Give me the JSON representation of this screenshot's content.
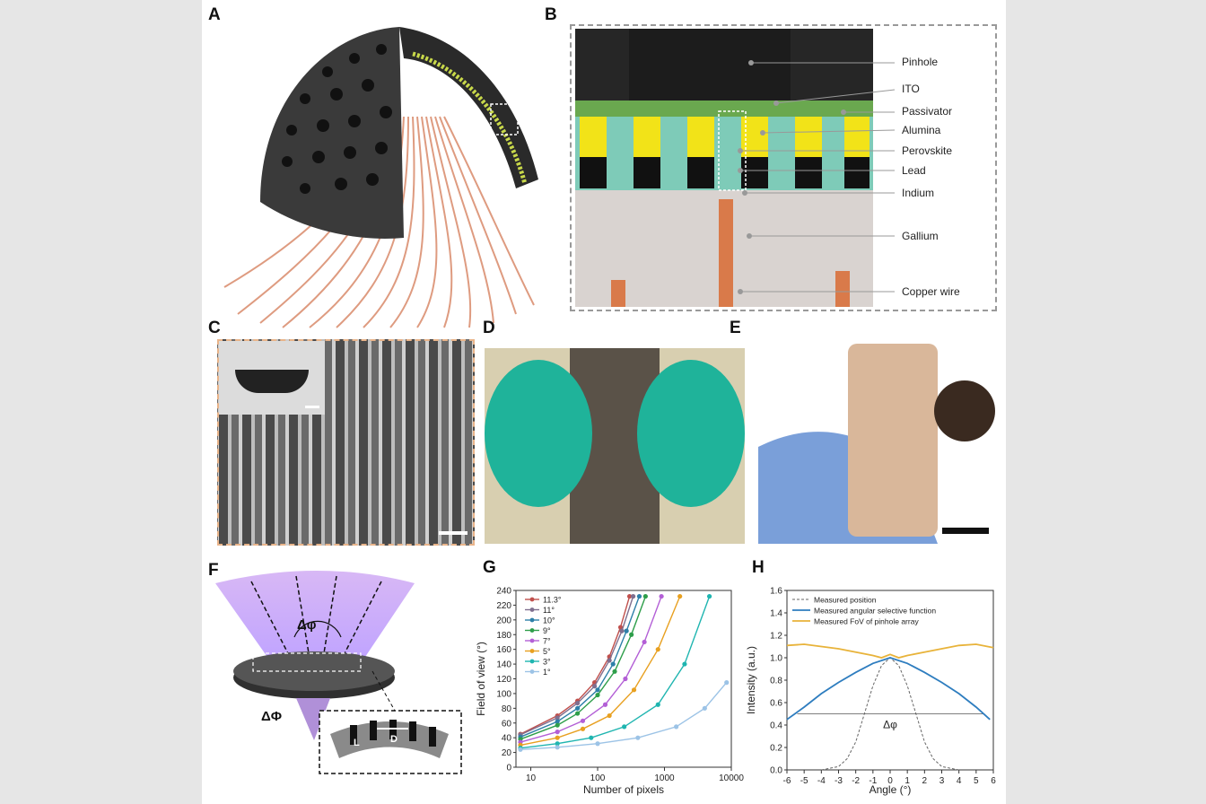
{
  "panels": {
    "A": "A",
    "B": "B",
    "C": "C",
    "D": "D",
    "E": "E",
    "F": "F",
    "G": "G",
    "H": "H"
  },
  "panelB": {
    "labels": [
      "Pinhole",
      "ITO",
      "Passivator",
      "Alumina",
      "Perovskite",
      "Lead",
      "Indium",
      "Gallium",
      "Copper wire"
    ]
  },
  "panelF": {
    "delta_small": "Δφ",
    "delta_big": "ΔΦ",
    "inset_L": "L",
    "inset_D": "D"
  },
  "chart_data": [
    {
      "type": "line",
      "panel": "G",
      "xlabel": "Number of pixels",
      "ylabel": "Field of view (°)",
      "xscale": "log",
      "xlim": [
        6,
        10000
      ],
      "ylim": [
        0,
        240
      ],
      "xticks": [
        "10",
        "100",
        "1000",
        "10000"
      ],
      "yticks": [
        "0",
        "20",
        "40",
        "60",
        "80",
        "100",
        "120",
        "140",
        "160",
        "180",
        "200",
        "220",
        "240"
      ],
      "legend_position": "top-left",
      "colors": [
        "#c0504d",
        "#7f6f8f",
        "#2d7fa8",
        "#2e9e4a",
        "#b35fd6",
        "#e8a020",
        "#1fb5b0",
        "#9cc3e6"
      ],
      "series": [
        {
          "name": "11.3°",
          "x": [
            7,
            25,
            50,
            90,
            150,
            220,
            300
          ],
          "y": [
            45,
            70,
            90,
            115,
            150,
            190,
            232
          ]
        },
        {
          "name": "11°",
          "x": [
            7,
            25,
            50,
            90,
            150,
            230,
            340
          ],
          "y": [
            44,
            67,
            87,
            110,
            145,
            185,
            232
          ]
        },
        {
          "name": "10°",
          "x": [
            7,
            25,
            50,
            100,
            170,
            270,
            420
          ],
          "y": [
            41,
            62,
            80,
            105,
            140,
            185,
            232
          ]
        },
        {
          "name": "9°",
          "x": [
            7,
            25,
            50,
            100,
            180,
            320,
            520
          ],
          "y": [
            38,
            57,
            73,
            98,
            130,
            180,
            232
          ]
        },
        {
          "name": "7°",
          "x": [
            7,
            25,
            60,
            130,
            260,
            500,
            900
          ],
          "y": [
            34,
            48,
            63,
            85,
            120,
            170,
            232
          ]
        },
        {
          "name": "5°",
          "x": [
            7,
            25,
            60,
            150,
            350,
            800,
            1700
          ],
          "y": [
            30,
            40,
            52,
            70,
            105,
            160,
            232
          ]
        },
        {
          "name": "3°",
          "x": [
            7,
            25,
            80,
            250,
            800,
            2000,
            4700
          ],
          "y": [
            26,
            32,
            40,
            55,
            85,
            140,
            232
          ]
        },
        {
          "name": "1°",
          "x": [
            7,
            25,
            100,
            400,
            1500,
            4000,
            8500
          ],
          "y": [
            24,
            27,
            32,
            40,
            55,
            80,
            115
          ]
        }
      ]
    },
    {
      "type": "line",
      "panel": "H",
      "xlabel": "Angle (°)",
      "ylabel": "Intensity (a.u.)",
      "xlim": [
        -6,
        6
      ],
      "ylim": [
        0,
        1.6
      ],
      "xticks": [
        "-6",
        "-5",
        "-4",
        "-3",
        "-2",
        "-1",
        "0",
        "1",
        "2",
        "3",
        "4",
        "5",
        "6"
      ],
      "yticks": [
        "0.0",
        "0.2",
        "0.4",
        "0.6",
        "0.8",
        "1.0",
        "1.2",
        "1.4",
        "1.6"
      ],
      "legend_position": "top-left",
      "annotation": "Δφ",
      "half_max_line": {
        "x": [
          -5.4,
          5.4
        ],
        "y": 0.5
      },
      "series": [
        {
          "name": "Measured position",
          "color": "#666666",
          "dash": true,
          "x": [
            -4,
            -3,
            -2.5,
            -2,
            -1.5,
            -1,
            -0.5,
            0,
            0.5,
            1,
            1.5,
            2,
            2.5,
            3,
            4
          ],
          "y": [
            0.0,
            0.03,
            0.1,
            0.25,
            0.5,
            0.75,
            0.93,
            1.0,
            0.93,
            0.75,
            0.5,
            0.25,
            0.1,
            0.03,
            0.0
          ]
        },
        {
          "name": "Measured angular selective function",
          "color": "#2e7dbf",
          "x": [
            -6,
            -5,
            -4,
            -3,
            -2,
            -1,
            0,
            1,
            2,
            3,
            4,
            5,
            5.8
          ],
          "y": [
            0.45,
            0.56,
            0.68,
            0.78,
            0.87,
            0.95,
            1.0,
            0.95,
            0.87,
            0.78,
            0.68,
            0.56,
            0.45
          ]
        },
        {
          "name": "Measured FoV of pinhole array",
          "color": "#e8b33a",
          "x": [
            -6,
            -5,
            -4,
            -3,
            -2,
            -1,
            -0.5,
            0,
            0.5,
            1,
            2,
            3,
            4,
            5,
            6
          ],
          "y": [
            1.11,
            1.12,
            1.1,
            1.08,
            1.05,
            1.02,
            1.0,
            1.03,
            1.0,
            1.02,
            1.05,
            1.08,
            1.11,
            1.12,
            1.09
          ]
        }
      ]
    }
  ]
}
